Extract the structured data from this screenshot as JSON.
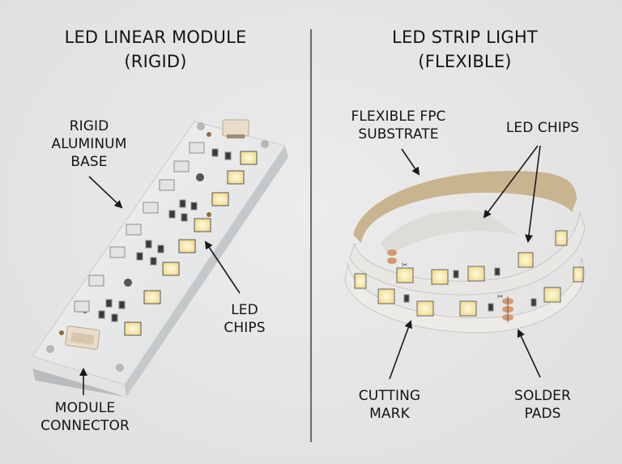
{
  "left_panel": {
    "title_line1": "LED LINEAR MODULE",
    "title_line2": "(RIGID)",
    "labels": {
      "base_line1": "RIGID",
      "base_line2": "ALUMINUM",
      "base_line3": "BASE",
      "chips_line1": "LED",
      "chips_line2": "CHIPS",
      "connector_line1": "MODULE",
      "connector_line2": "CONNECTOR"
    }
  },
  "right_panel": {
    "title_line1": "LED STRIP LIGHT",
    "title_line2": "(FLEXIBLE)",
    "labels": {
      "substrate_line1": "FLEXIBLE FPC",
      "substrate_line2": "SUBSTRATE",
      "chips": "LED CHIPS",
      "cut_line1": "CUTTING",
      "cut_line2": "MARK",
      "pads_line1": "SOLDER",
      "pads_line2": "PADS"
    }
  },
  "colors": {
    "background": "#e6e6e6",
    "text": "#141414",
    "divider": "#6a6a6a",
    "aluminum": "#e9eaea",
    "led_chip": "#f6e7a6",
    "fpc_back": "#c9b490",
    "solder_pad": "#d29a72"
  }
}
